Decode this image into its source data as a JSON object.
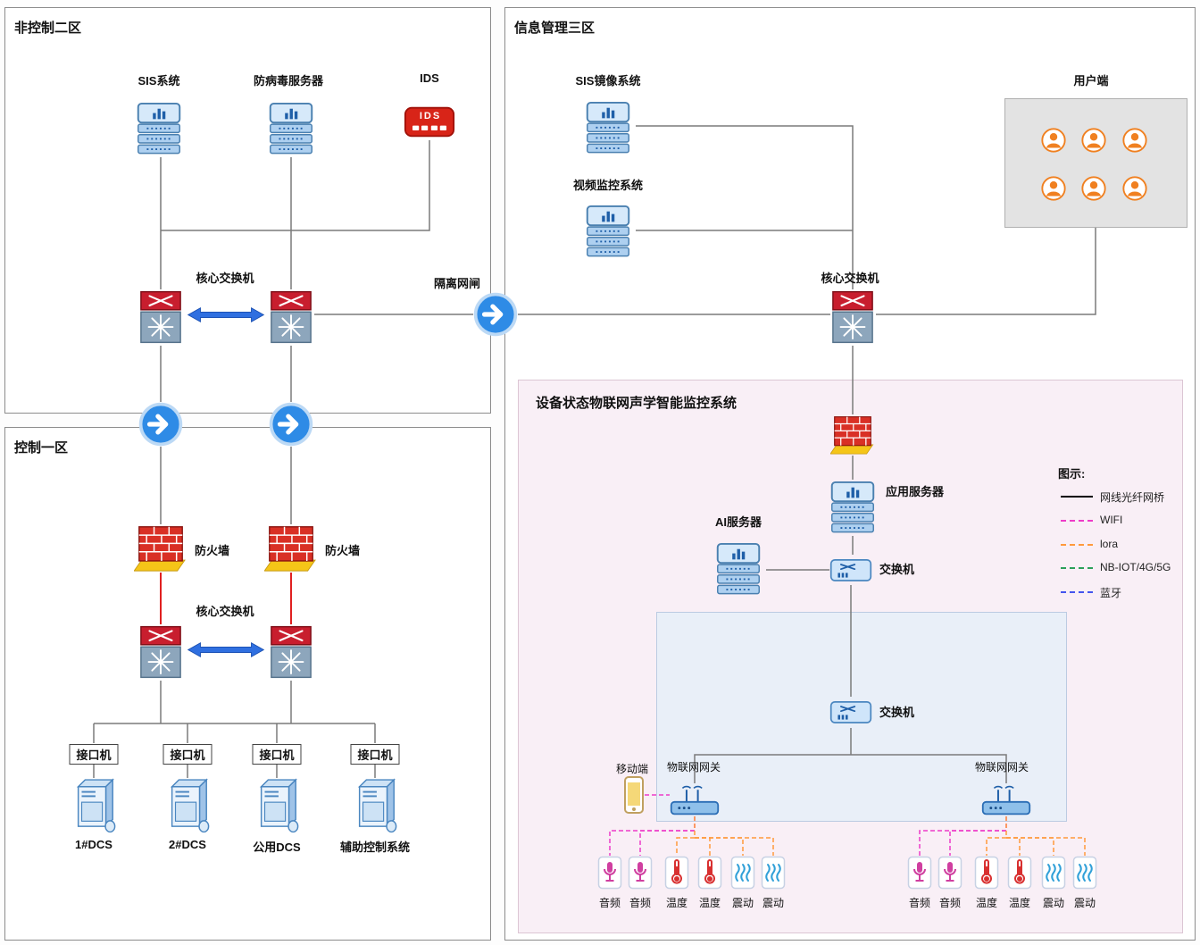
{
  "zones": {
    "zone2_title": "非控制二区",
    "zone1_title": "控制一区",
    "zone3_title": "信息管理三区",
    "iot_title": "设备状态物联网声学智能监控系统"
  },
  "zone2": {
    "sis_label": "SIS系统",
    "antivirus_label": "防病毒服务器",
    "ids_label": "IDS",
    "ids_device_text": "IDS",
    "core_switch_label": "核心交换机",
    "isolation_gateway_label": "隔离网闸"
  },
  "zone1": {
    "firewall_left_label": "防火墙",
    "firewall_right_label": "防火墙",
    "core_switch_label": "核心交换机",
    "interface_labels": [
      "接口机",
      "接口机",
      "接口机",
      "接口机"
    ],
    "dcs_labels": [
      "1#DCS",
      "2#DCS",
      "公用DCS",
      "辅助控制系统"
    ]
  },
  "zone3": {
    "sis_mirror_label": "SIS镜像系统",
    "video_label": "视频监控系统",
    "client_label": "用户端",
    "core_switch_label": "核心交换机"
  },
  "iot": {
    "app_server_label": "应用服务器",
    "ai_server_label": "AI服务器",
    "switch1_label": "交换机",
    "switch2_label": "交换机",
    "mobile_label": "移动端",
    "gateway_left_label": "物联网网关",
    "gateway_right_label": "物联网网关",
    "sensor_labels": [
      "音频",
      "音频",
      "温度",
      "温度",
      "震动",
      "震动"
    ],
    "legend": {
      "title": "图示:",
      "items": [
        {
          "label": "网线光纤网桥",
          "color": "#000000",
          "style": "solid"
        },
        {
          "label": "WIFI",
          "color": "#ee3cc8",
          "style": "dashed"
        },
        {
          "label": "lora",
          "color": "#ff9a3c",
          "style": "dashed"
        },
        {
          "label": "NB-IOT/4G/5G",
          "color": "#2ca05a",
          "style": "dashed"
        },
        {
          "label": "蓝牙",
          "color": "#4455ee",
          "style": "dashed"
        }
      ]
    }
  },
  "colors": {
    "line": "#7a7a7a",
    "firewall_link": "#e02020",
    "wifi": "#ee3cc8",
    "lora": "#ff9a3c",
    "nbiot": "#2ca05a",
    "bluetooth": "#4455ee",
    "arrow_blue": "#2e8be6",
    "zone_border": "#8c8c8c",
    "iot_panel_bg": "#f9eff6",
    "inner_panel_bg": "#e9eff8",
    "client_panel_bg": "#e3e3e3"
  }
}
